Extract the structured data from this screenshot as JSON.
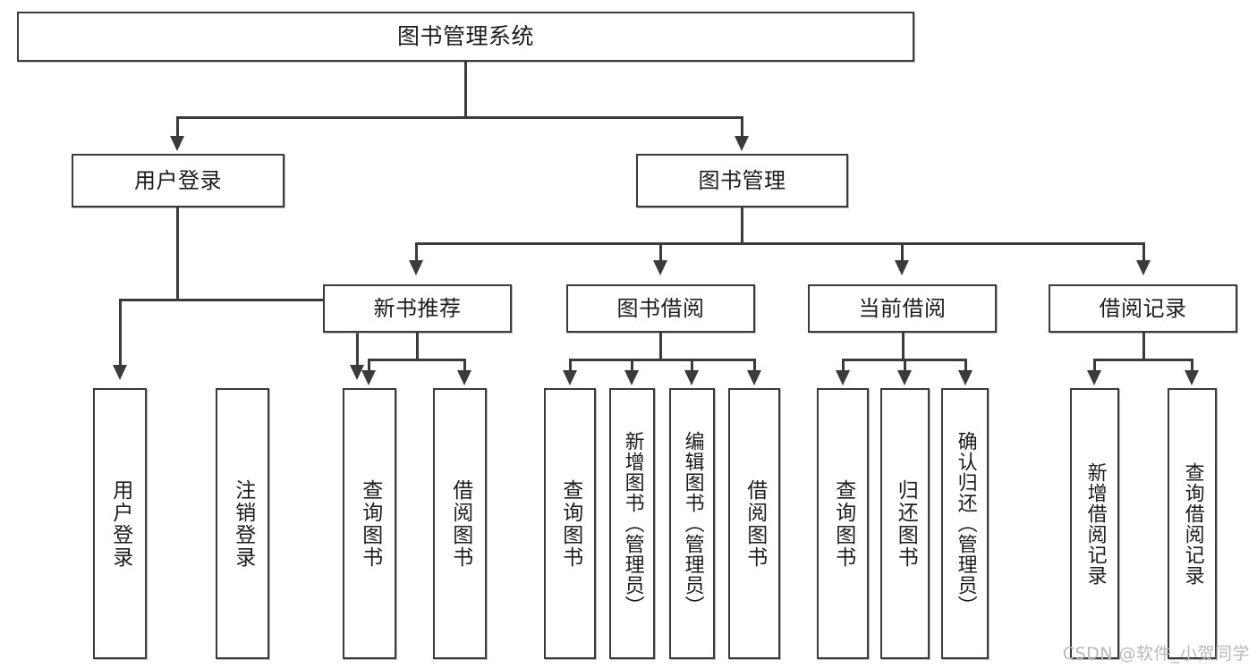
{
  "diagram": {
    "title": "图书管理系统",
    "type": "tree-hierarchy",
    "root": {
      "label": "图书管理系统"
    },
    "level2": [
      {
        "label": "用户登录"
      },
      {
        "label": "图书管理"
      }
    ],
    "level3": [
      {
        "label": "新书推荐"
      },
      {
        "label": "图书借阅"
      },
      {
        "label": "当前借阅"
      },
      {
        "label": "借阅记录"
      }
    ],
    "leaves": {
      "user_login": [
        {
          "label": "用户登录"
        },
        {
          "label": "注销登录"
        }
      ],
      "new_book_recommend": [
        {
          "label": "查询图书"
        },
        {
          "label": "借阅图书"
        }
      ],
      "book_borrow": [
        {
          "label": "查询图书"
        },
        {
          "label": "新增图书（管理员）"
        },
        {
          "label": "编辑图书（管理员）"
        },
        {
          "label": "借阅图书"
        }
      ],
      "current_borrow": [
        {
          "label": "查询图书"
        },
        {
          "label": "归还图书"
        },
        {
          "label": "确认归还（管理员）"
        }
      ],
      "borrow_record": [
        {
          "label": "新增借阅记录"
        },
        {
          "label": "查询借阅记录"
        }
      ]
    }
  },
  "watermark": {
    "text": "CSDN @软件_小贺同学"
  },
  "colors": {
    "stroke": "#3b3b3b",
    "background": "#ffffff",
    "text": "#1c1c1c",
    "watermark": "#b9b9b9"
  }
}
